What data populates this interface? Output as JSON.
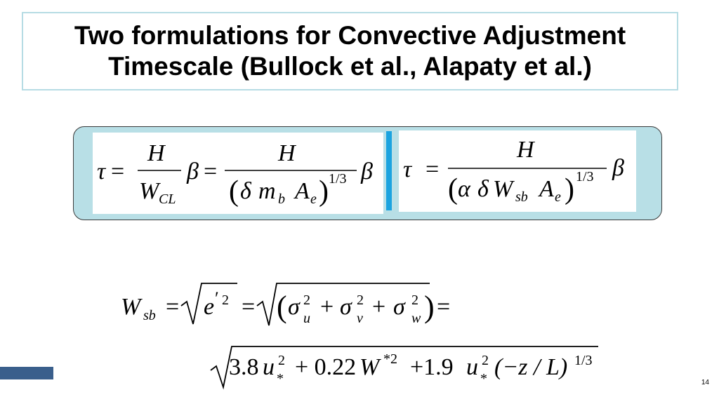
{
  "title": {
    "line1": "Two formulations for Convective Adjustment",
    "line2": "Timescale (Bullock et al., Alapaty et al.)"
  },
  "formulas": {
    "bullock": {
      "tau": "τ",
      "equals": "=",
      "num": "H",
      "den_w": "W",
      "den_sub": "CL",
      "beta": "β",
      "num2": "H",
      "lparen": "(",
      "delta": "δ",
      "m": "m",
      "m_sub": "b",
      "a": "A",
      "a_sub": "e",
      "rparen": ")",
      "exp": "1/3"
    },
    "alapaty": {
      "tau": "τ",
      "equals": "=",
      "num": "H",
      "lparen": "(",
      "alpha": "α",
      "delta": "δ",
      "w": "W",
      "w_sub": "sb",
      "a": "A",
      "a_sub": "e",
      "rparen": ")",
      "exp": "1/3",
      "beta": "β"
    },
    "wsb": {
      "w": "W",
      "w_sub": "sb",
      "equals": "=",
      "e": "e",
      "prime": "′",
      "sq": "2",
      "sigma": "σ",
      "sub_u": "u",
      "sub_v": "v",
      "sub_w": "w",
      "plus": "+",
      "lparen": "(",
      "rparen": ")"
    },
    "wsb2": {
      "c1": "3.8",
      "u": "u",
      "sq": "2",
      "star": "*",
      "c2": "+ 0.22",
      "w": "W",
      "wexp": "*2",
      "c3": "+1.9",
      "tail": "(−z / L)",
      "exp": "1/3"
    }
  },
  "page_number": "14",
  "colors": {
    "panel": "#b8dfe6",
    "divider": "#1aa3e0",
    "accent": "#3a5f8c",
    "title_border": "#b6dce4"
  }
}
